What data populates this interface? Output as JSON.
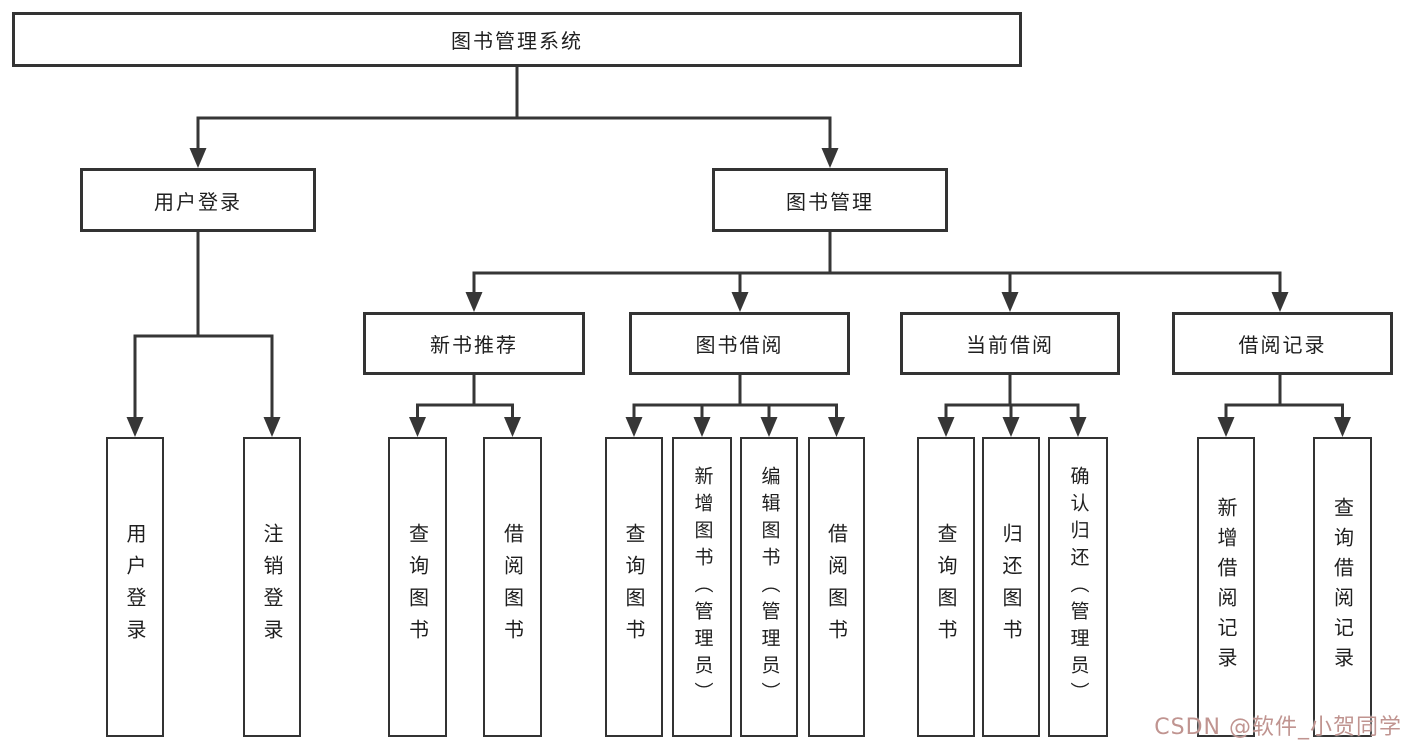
{
  "root": {
    "label": "图书管理系统"
  },
  "branches": [
    {
      "label": "用户登录",
      "children": [
        {
          "label": "用户登录"
        },
        {
          "label": "注销登录"
        }
      ]
    },
    {
      "label": "图书管理",
      "children": [
        {
          "label": "新书推荐",
          "children": [
            {
              "label": "查询图书"
            },
            {
              "label": "借阅图书"
            }
          ]
        },
        {
          "label": "图书借阅",
          "children": [
            {
              "label": "查询图书"
            },
            {
              "label": "新增图书（管理员）"
            },
            {
              "label": "编辑图书（管理员）"
            },
            {
              "label": "借阅图书"
            }
          ]
        },
        {
          "label": "当前借阅",
          "children": [
            {
              "label": "查询图书"
            },
            {
              "label": "归还图书"
            },
            {
              "label": "确认归还（管理员）"
            }
          ]
        },
        {
          "label": "借阅记录",
          "children": [
            {
              "label": "新增借阅记录"
            },
            {
              "label": "查询借阅记录"
            }
          ]
        }
      ]
    }
  ],
  "watermark": {
    "text": "CSDN @软件_小贺同学",
    "color": "#c09490"
  },
  "colors": {
    "line": "#363636",
    "box_border": "#333333",
    "text": "#1f1f1f",
    "background": "#ffffff"
  }
}
